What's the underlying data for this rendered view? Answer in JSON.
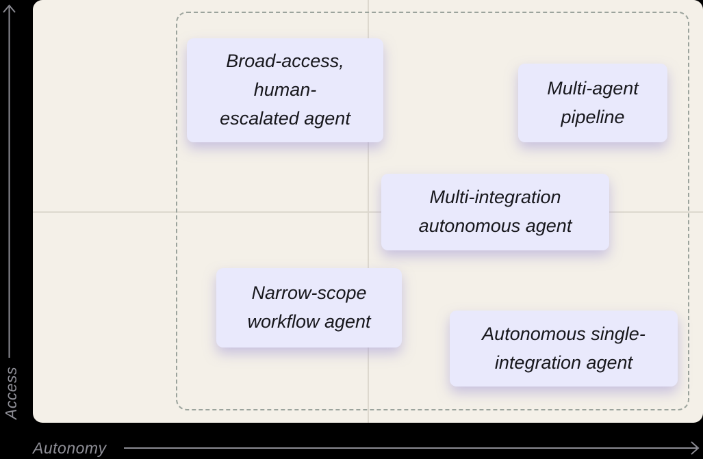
{
  "diagram": {
    "title": "",
    "x_axis_label": "Autonomy",
    "y_axis_label": "Access",
    "items": [
      {
        "label": "Broad-access,\nhuman-\nescalated agent",
        "quadrant": "high-access-low-autonomy"
      },
      {
        "label": "Multi-agent\npipeline",
        "quadrant": "high-access-high-autonomy"
      },
      {
        "label": "Multi-integration\nautonomous agent",
        "quadrant": "mid-access-high-autonomy"
      },
      {
        "label": "Narrow-scope\nworkflow agent",
        "quadrant": "low-access-low-autonomy"
      },
      {
        "label": "Autonomous single-\nintegration agent",
        "quadrant": "low-access-high-autonomy"
      }
    ],
    "colors": {
      "background": "#000000",
      "plot_background": "#f4f0e8",
      "card_background": "#e9e9fc",
      "card_text": "#17171c",
      "axis": "#8b8b93",
      "grid_line": "#ddd8ce",
      "dashed_border": "#9ba39c"
    }
  }
}
